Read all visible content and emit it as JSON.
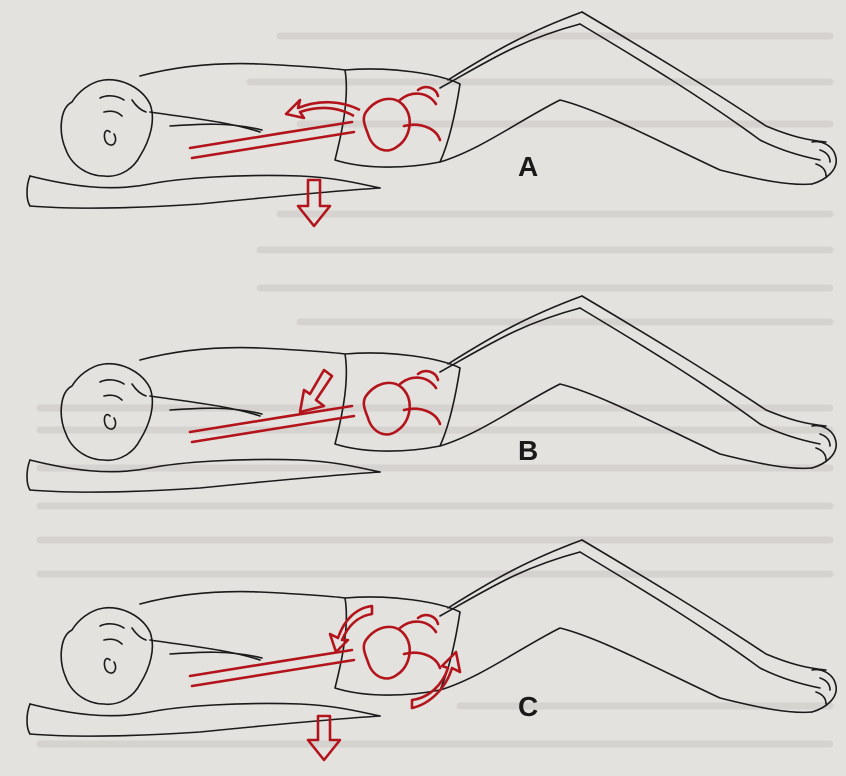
{
  "figure": {
    "panels": [
      {
        "label": "A",
        "pelvis_motion": "neutral-with-counter-rotation"
      },
      {
        "label": "B",
        "pelvis_motion": "anterior-shift"
      },
      {
        "label": "C",
        "pelvis_motion": "posterior-tilt"
      }
    ]
  },
  "colors": {
    "background": "#e4e2df",
    "outline": "#1a1a1a",
    "annotation": "#b3141b",
    "bleed_text": "#b9b6b2"
  },
  "icons": {
    "arrow": "hollow-red-arrow"
  }
}
